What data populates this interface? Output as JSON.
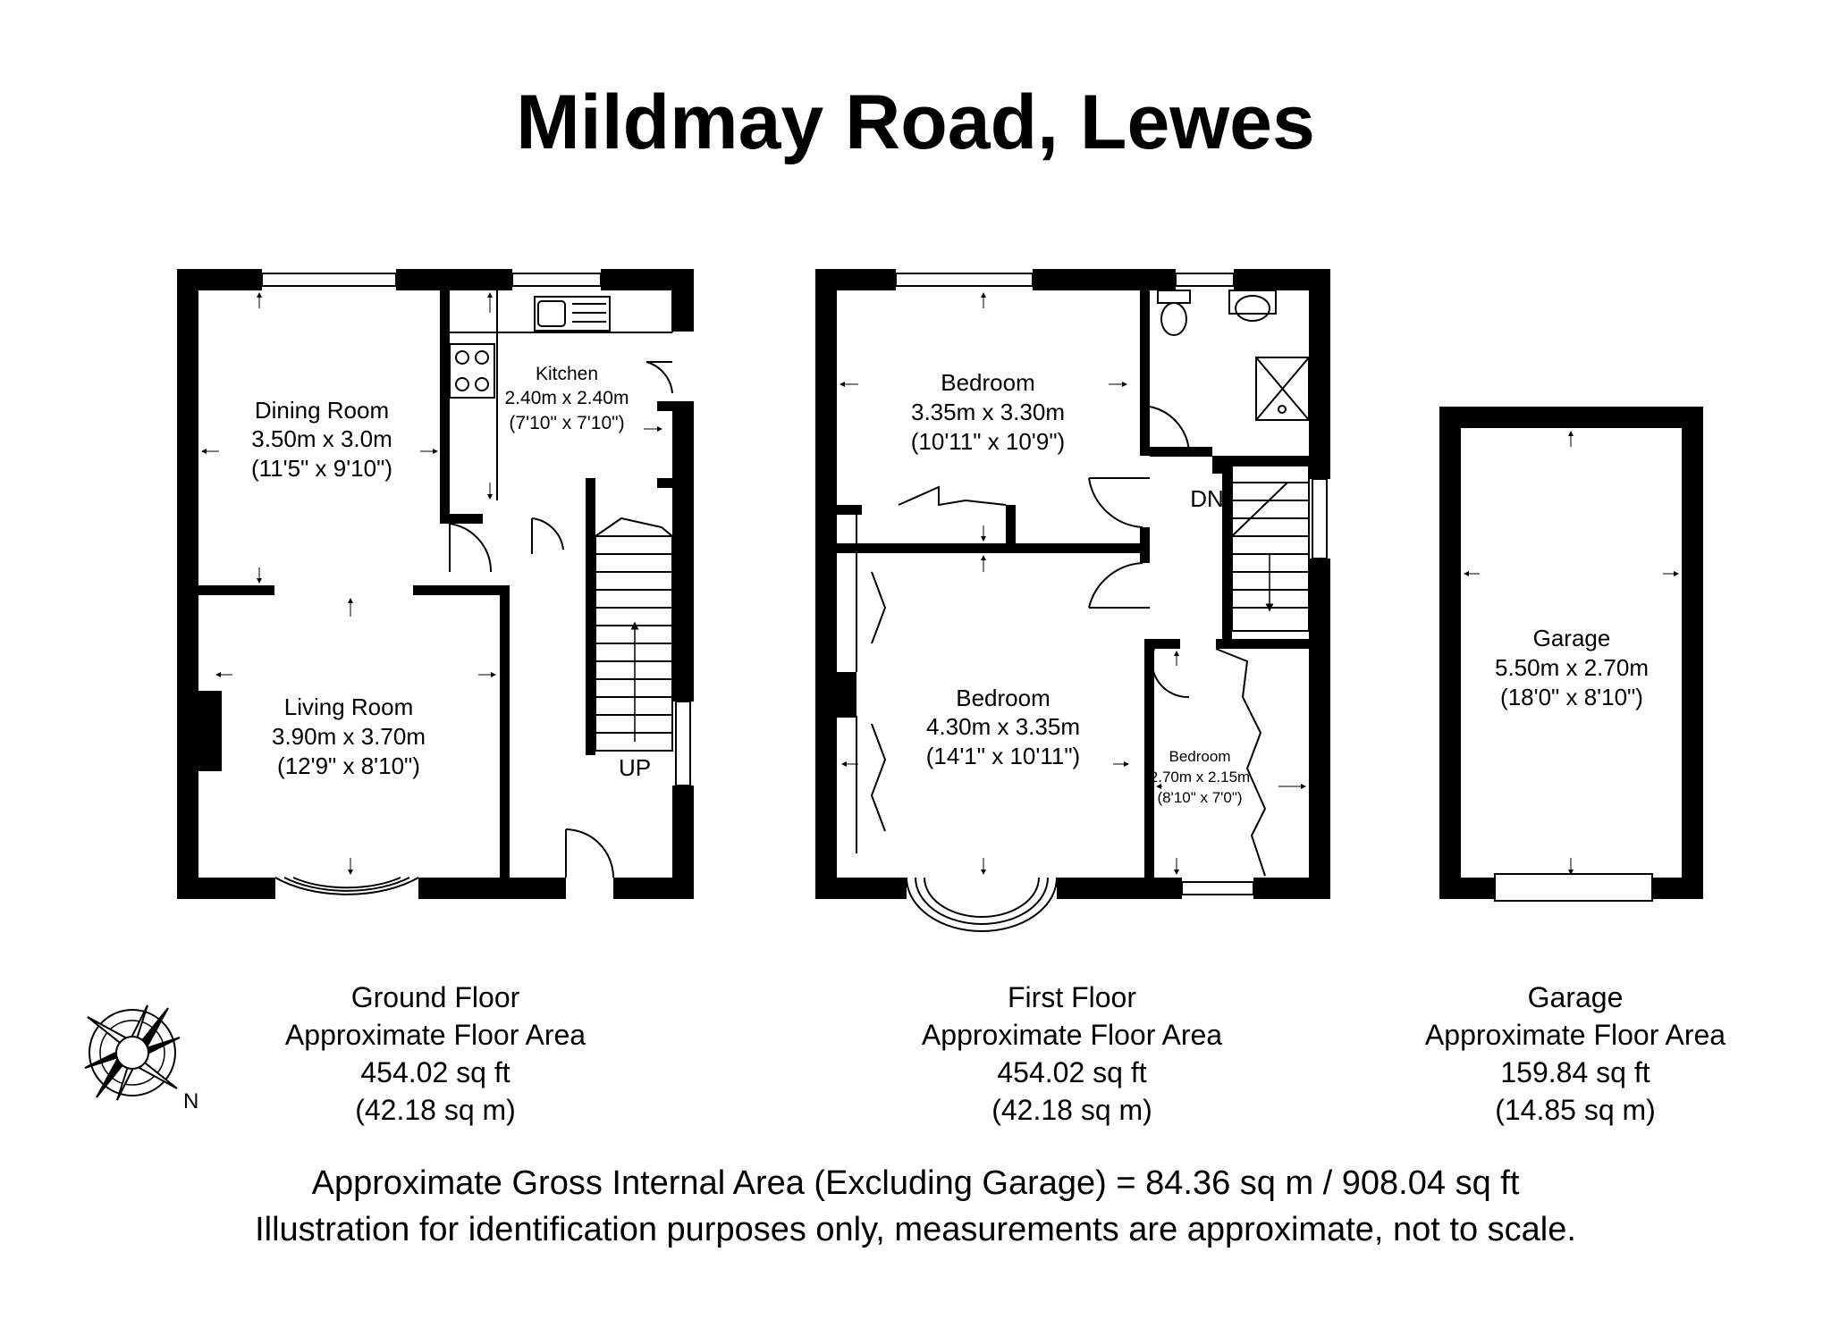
{
  "title": "Mildmay Road, Lewes",
  "rooms": {
    "dining": {
      "name": "Dining Room",
      "metric": "3.50m x 3.0m",
      "imperial": "(11'5\" x 9'10\")"
    },
    "kitchen": {
      "name": "Kitchen",
      "metric": "2.40m x 2.40m",
      "imperial": "(7'10\" x 7'10\")"
    },
    "living": {
      "name": "Living Room",
      "metric": "3.90m x 3.70m",
      "imperial": "(12'9\" x 8'10\")"
    },
    "bed1": {
      "name": "Bedroom",
      "metric": "3.35m x 3.30m",
      "imperial": "(10'11\" x 10'9\")"
    },
    "bed2": {
      "name": "Bedroom",
      "metric": "4.30m x 3.35m",
      "imperial": "(14'1\" x 10'11\")"
    },
    "bed3": {
      "name": "Bedroom",
      "metric": "2.70m x 2.15m",
      "imperial": "(8'10\" x 7'0\")"
    },
    "garage": {
      "name": "Garage",
      "metric": "5.50m x 2.70m",
      "imperial": "(18'0\" x 8'10\")"
    }
  },
  "stairs": {
    "up": "UP",
    "down": "DN"
  },
  "compass": {
    "north": "N"
  },
  "floors": {
    "ground": {
      "name": "Ground Floor",
      "label": "Approximate Floor Area",
      "sqft": "454.02 sq ft",
      "sqm": "(42.18 sq m)"
    },
    "first": {
      "name": "First Floor",
      "label": "Approximate Floor Area",
      "sqft": "454.02 sq ft",
      "sqm": "(42.18 sq m)"
    },
    "garage": {
      "name": "Garage",
      "label": "Approximate Floor Area",
      "sqft": "159.84 sq ft",
      "sqm": "(14.85 sq m)"
    }
  },
  "footer": {
    "gross": "Approximate Gross Internal Area (Excluding Garage) = 84.36 sq m / 908.04 sq ft",
    "disclaimer": "Illustration for identification purposes only, measurements are approximate, not to scale."
  }
}
